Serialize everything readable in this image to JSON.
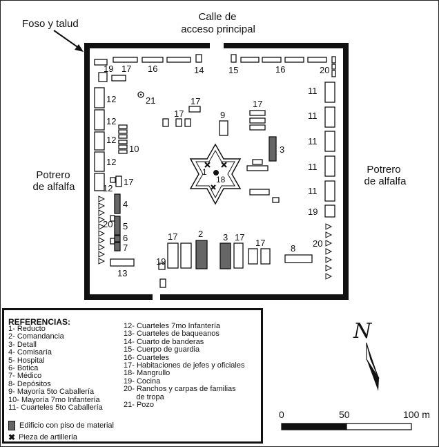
{
  "labels": {
    "foso": "Foso y talud",
    "calle_1": "Calle de",
    "calle_2": "acceso principal",
    "potrero_left_1": "Potrero",
    "potrero_left_2": "de alfalfa",
    "potrero_right_1": "Potrero",
    "potrero_right_2": "de alfalfa"
  },
  "map_numbers": {
    "n19a": "19",
    "n17a": "17",
    "n16a": "16",
    "n14": "14",
    "n15": "15",
    "n16b": "16",
    "n20a": "20",
    "n11a": "11",
    "n12a": "12",
    "n21": "21",
    "n17b": "17",
    "n17c": "17",
    "n9": "9",
    "n17d": "17",
    "n11b": "11",
    "n12b": "12",
    "n12c": "12",
    "n10": "10",
    "n11c": "11",
    "n3a": "3",
    "n12d": "12",
    "n11d": "11",
    "n12e": "12",
    "n17e": "17",
    "n1": "1",
    "n18": "18",
    "n11e": "11",
    "n4": "4",
    "n19b": "19",
    "n20b": "20",
    "n5": "5",
    "n6": "6",
    "n7": "7",
    "n17f": "17",
    "n2": "2",
    "n3b": "3",
    "n17g": "17",
    "n17h": "17",
    "n8": "8",
    "n20c": "20",
    "n19c": "19",
    "n13": "13"
  },
  "references": {
    "title": "REFERENCIAS:",
    "col1": [
      "1- Reducto",
      "2- Comandancia",
      "3- Detall",
      "4- Comisaría",
      "5- Hospital",
      "6- Botica",
      "7- Médico",
      "8- Depósitos",
      "9- Mayoría 5to Caballería",
      "10- Mayoría 7mo Infantería",
      "11- Cuarteles 5to Caballería"
    ],
    "col2": [
      "12- Cuarteles 7mo Infantería",
      "13- Cuarteles de baqueanos",
      "14- Cuarto de banderas",
      "15- Cuerpo de guardia",
      "16- Cuarteles",
      "17- Habitaciones de jefes y oficiales",
      "18- Mangrullo",
      "19- Cocina",
      "20- Ranchos y carpas de familias",
      "      de tropa",
      "21- Pozo"
    ],
    "legend_material": "Edificio con piso de material",
    "legend_artilleria": "Pieza de artillería"
  },
  "scale": {
    "zero": "0",
    "fifty": "50",
    "hundred": "100 m"
  },
  "north_label": "N",
  "colors": {
    "ink": "#111111",
    "material": "#666666"
  }
}
